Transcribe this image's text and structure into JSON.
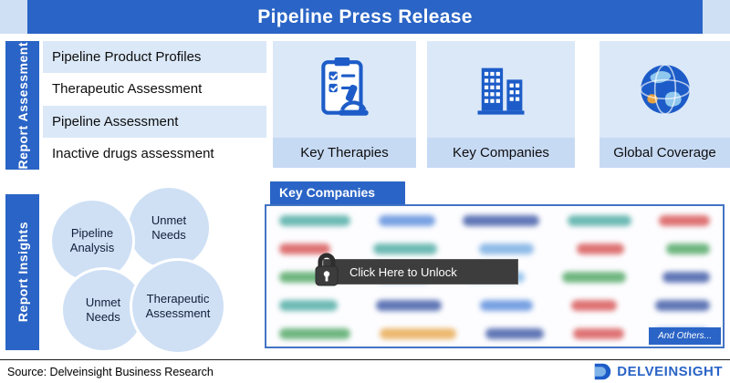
{
  "header": {
    "title": "Pipeline Press Release"
  },
  "report_assessment": {
    "label": "Report Assessment",
    "items": [
      "Pipeline Product Profiles",
      "Therapeutic Assessment",
      "Pipeline Assessment",
      "Inactive drugs assessment"
    ]
  },
  "cards": [
    {
      "label": "Key Therapies",
      "icon": "checklist-microscope-icon"
    },
    {
      "label": "Key Companies",
      "icon": "buildings-icon"
    },
    {
      "label": "Global Coverage",
      "icon": "globe-icon"
    }
  ],
  "report_insights": {
    "label": "Report Insights",
    "circles": [
      "Pipeline Analysis",
      "Unmet Needs",
      "Unmet Needs",
      "Therapeutic Assessment"
    ]
  },
  "companies_panel": {
    "title": "Key Companies",
    "unlock_label": "Click Here to Unlock",
    "others_label": "And Others...",
    "logo_rows": [
      [
        {
          "w": 78,
          "c": "#3da39b"
        },
        {
          "w": 62,
          "c": "#4b82d8"
        },
        {
          "w": 84,
          "c": "#2c4a9e"
        },
        {
          "w": 70,
          "c": "#3da39b"
        },
        {
          "w": 56,
          "c": "#d44545"
        }
      ],
      [
        {
          "w": 56,
          "c": "#d44545"
        },
        {
          "w": 70,
          "c": "#3da39b"
        },
        {
          "w": 60,
          "c": "#6aa5e0"
        },
        {
          "w": 52,
          "c": "#d44545"
        },
        {
          "w": 48,
          "c": "#3f9e55"
        }
      ],
      [
        {
          "w": 66,
          "c": "#3f9e55"
        },
        {
          "w": 58,
          "c": "#4b82d8"
        },
        {
          "w": 64,
          "c": "#7ab4e8"
        },
        {
          "w": 70,
          "c": "#3f9e55"
        },
        {
          "w": 52,
          "c": "#2c4a9e"
        }
      ],
      [
        {
          "w": 64,
          "c": "#3da39b"
        },
        {
          "w": 72,
          "c": "#2c4a9e"
        },
        {
          "w": 58,
          "c": "#4b82d8"
        },
        {
          "w": 50,
          "c": "#d44545"
        },
        {
          "w": 60,
          "c": "#2c4a9e"
        }
      ],
      [
        {
          "w": 78,
          "c": "#3f9e55"
        },
        {
          "w": 84,
          "c": "#e6a13e"
        },
        {
          "w": 64,
          "c": "#2c4a9e"
        },
        {
          "w": 56,
          "c": "#d44545"
        },
        {
          "w": 62,
          "c": "#4b82d8"
        }
      ]
    ]
  },
  "footer": {
    "source": "Source: Delveinsight Business Research",
    "brand": "DELVEINSIGHT"
  },
  "colors": {
    "primary_blue": "#2a64c6",
    "light_blue_fill": "#dbe8f8",
    "card_label_blue": "#c7daf4",
    "circle_blue": "#cfe0f5",
    "tooltip_dark": "#3d3d3d"
  }
}
